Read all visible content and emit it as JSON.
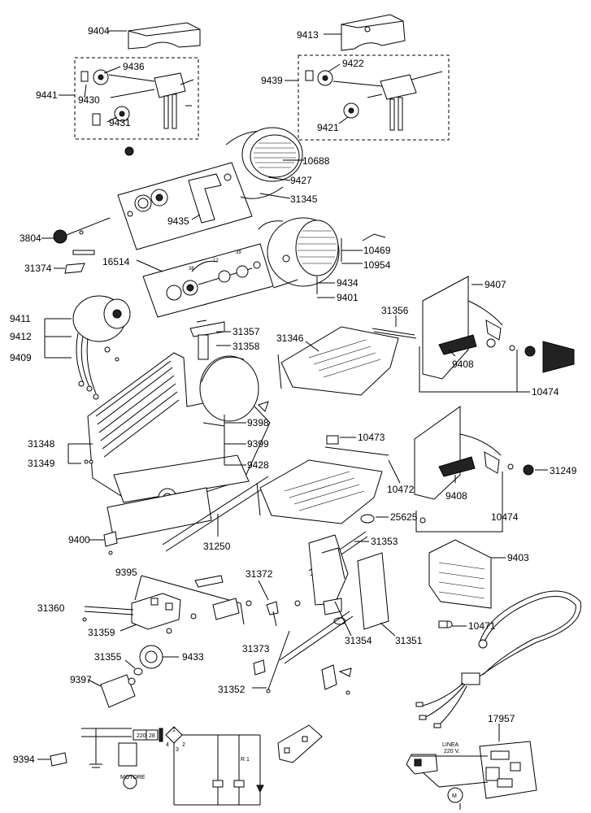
{
  "part_labels": {
    "p9404": "9404",
    "p9413": "9413",
    "p9436": "9436",
    "p9441": "9441",
    "p9430": "9430",
    "p9431": "9431",
    "p9422": "9422",
    "p9439": "9439",
    "p9421": "9421",
    "p10688": "10688",
    "p9427": "9427",
    "p31345": "31345",
    "p9435": "9435",
    "p3804": "3804",
    "p10469": "10469",
    "p10954": "10954",
    "p16514": "16514",
    "p31374": "31374",
    "p9434": "9434",
    "p9401": "9401",
    "p9407": "9407",
    "p31356": "31356",
    "p9411": "9411",
    "p9412": "9412",
    "p9409": "9409",
    "p31357": "31357",
    "p31358": "31358",
    "p31346": "31346",
    "p9408a": "9408",
    "p10474a": "10474",
    "p9398": "9398",
    "p31348": "31348",
    "p31349": "31349",
    "p9399": "9399",
    "p9428": "9428",
    "p10473": "10473",
    "p10472": "10472",
    "p9408b": "9408",
    "p31249": "31249",
    "p10474b": "10474",
    "p25625": "25625",
    "p9400": "9400",
    "p31250": "31250",
    "p31353": "31353",
    "p9403": "9403",
    "p9395": "9395",
    "p31372": "31372",
    "p31360": "31360",
    "p31359": "31359",
    "p9433": "9433",
    "p31355": "31355",
    "p31354": "31354",
    "p31351": "31351",
    "p10471": "10471",
    "p31373": "31373",
    "p9397": "9397",
    "p31352": "31352",
    "p17957": "17957",
    "p9394": "9394"
  },
  "schematic": {
    "motor_label": "MOTORE",
    "v220": "220",
    "v28": "28",
    "n4": "4",
    "n2": "2",
    "n3": "3",
    "n1": "1",
    "r1": "R 1"
  },
  "pcb": {
    "linea_label": "LINEA",
    "voltage_label": "220 V.",
    "motor_symbol": "M"
  }
}
